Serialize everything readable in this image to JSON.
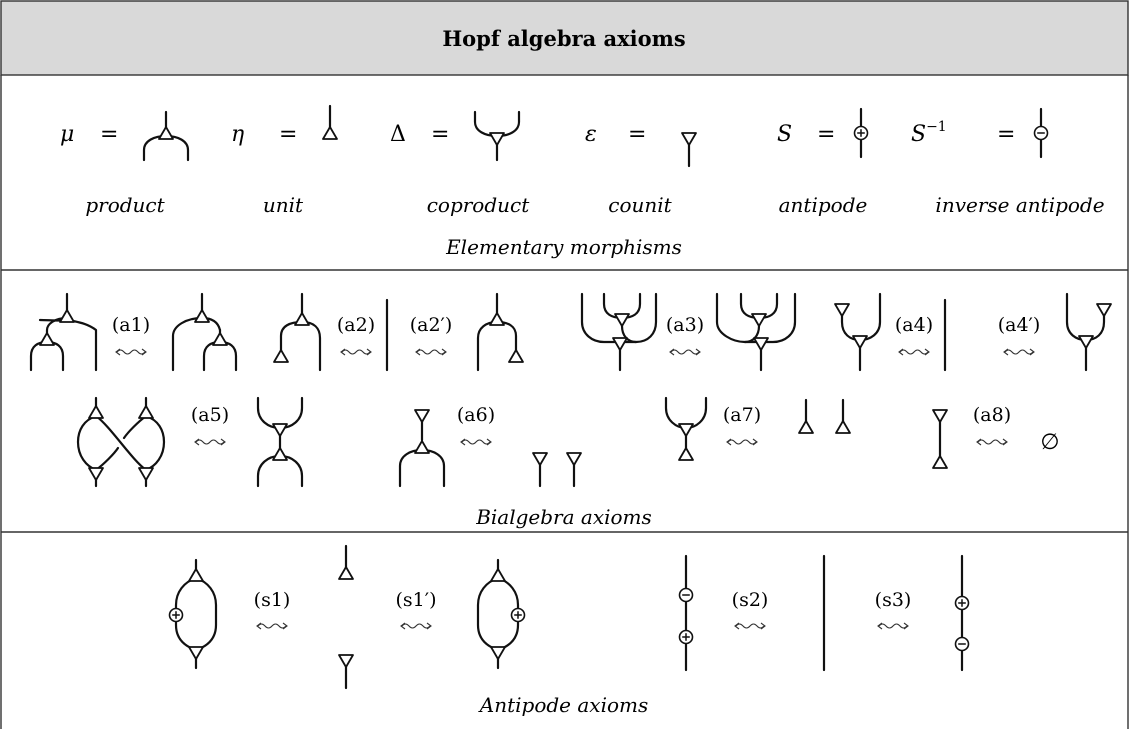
{
  "title": "Hopf algebra axioms",
  "elementary": {
    "symbols": [
      {
        "symbol": "μ",
        "equals": "=",
        "name": "product"
      },
      {
        "symbol": "η",
        "equals": "=",
        "name": "unit"
      },
      {
        "symbol": "Δ",
        "equals": "=",
        "name": "coproduct"
      },
      {
        "symbol": "ε",
        "equals": "=",
        "name": "counit"
      },
      {
        "symbol": "S",
        "equals": "=",
        "name": "antipode"
      },
      {
        "symbol": "S",
        "superscript": "−1",
        "equals": "=",
        "name": "inverse antipode"
      }
    ],
    "caption": "Elementary morphisms"
  },
  "bialgebra": {
    "labels": [
      "(a1)",
      "(a2)",
      "(a2′)",
      "(a3)",
      "(a4)",
      "(a4′)",
      "(a5)",
      "(a6)",
      "(a7)",
      "(a8)"
    ],
    "empty_symbol": "∅",
    "caption": "Bialgebra axioms"
  },
  "antipode": {
    "labels": [
      "(s1)",
      "(s1′)",
      "(s2)",
      "(s3)"
    ],
    "caption": "Antipode axioms"
  }
}
